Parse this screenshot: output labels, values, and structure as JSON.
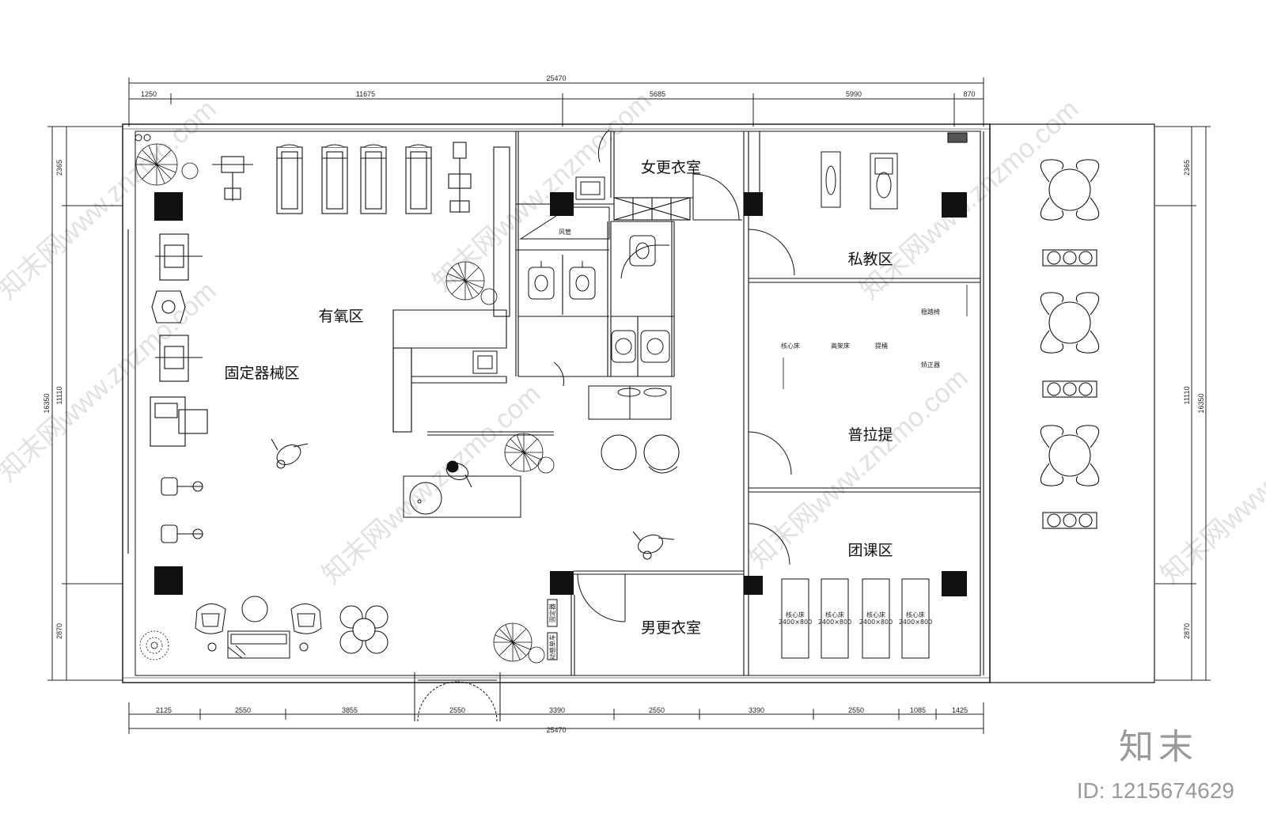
{
  "plan": {
    "dimensions": {
      "overall_top": "25470",
      "top_segments": [
        "1250",
        "11675",
        "5685",
        "5990",
        "870"
      ],
      "overall_bottom": "25470",
      "bottom_segments": [
        "2125",
        "2550",
        "3855",
        "2550",
        "3390",
        "2550",
        "3390",
        "2550",
        "1085",
        "1425"
      ],
      "left_segments": [
        "2365",
        "11110",
        "2870"
      ],
      "left_total": "16350",
      "right_segments": [
        "2365",
        "11110",
        "2870"
      ],
      "right_total": "16350"
    },
    "rooms": {
      "fixed_equipment": "固定器械区",
      "cardio": "有氧区",
      "female_locker": "女更衣室",
      "private_training": "私教区",
      "pilates": "普拉提",
      "group_class": "团课区",
      "male_locker": "男更衣室"
    },
    "labels": {
      "duct": "风管",
      "core_bed": "核心床",
      "cadillac": "高架床",
      "barrel": "提桶",
      "chair": "稳踏椅",
      "reformer": "矫正器",
      "mat_core": "核心床",
      "mat_size": "2400×800",
      "wall_a": "固定器",
      "wall_b": "动感单车"
    },
    "watermark": "知末网www.znzmo.com"
  },
  "brand": {
    "logo_text": "知末",
    "id_text": "ID: 1215674629"
  }
}
